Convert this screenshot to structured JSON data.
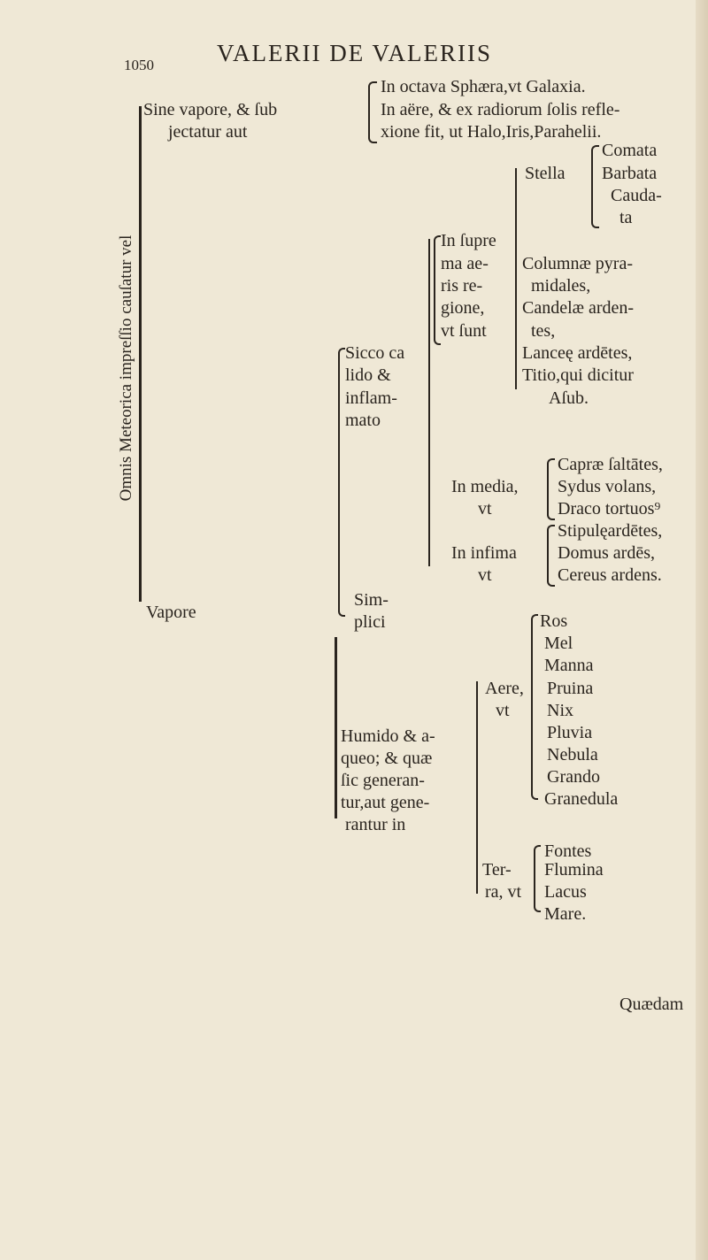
{
  "header": {
    "page_number": "1050",
    "running_title": "VALERII DE VALERIIS"
  },
  "side_title": "Omnis Meteorica impreſſio cauſatur vel",
  "sine_vapore": {
    "label": [
      "Sine vapore, & ſub",
      "jectatur aut"
    ],
    "items": [
      "In octava Sphæra,vt Galaxia.",
      "In aëre, & ex radiorum ſolis refle-",
      "xione fit, ut Halo,Iris,Parahelii."
    ]
  },
  "vapore": {
    "label": "Vapore",
    "simplici": [
      "Sim-",
      "plici"
    ],
    "sicco": {
      "label": [
        "Sicco ca",
        "lido &",
        "inflam-",
        "mato"
      ],
      "suprema": {
        "label": [
          "In ſupre",
          "ma ae-",
          "ris re-",
          "gione,",
          "vt ſunt"
        ],
        "stella": "Stella",
        "stella_items": [
          "Comata",
          "Barbata",
          "Cauda-",
          "ta"
        ],
        "items": [
          "Columnæ pyra-",
          "midales,",
          "Candelæ arden-",
          "tes,",
          "Lanceę ardētes,",
          "Titio,qui dicitur",
          "Aſub."
        ]
      },
      "media": {
        "label": [
          "In media,",
          "vt"
        ],
        "items": [
          "Capræ ſaltātes,",
          "Sydus volans,",
          "Draco tortuos⁹"
        ]
      },
      "infima": {
        "label": [
          "In infima",
          "vt"
        ],
        "items": [
          "Stipulęardētes,",
          "Domus ardēs,",
          "Cereus ardens."
        ]
      }
    },
    "humido": {
      "label": [
        "Humido & a-",
        "queo; & quæ",
        "ſic generan-",
        "tur,aut gene-",
        "rantur in"
      ],
      "aere": {
        "label": [
          "Aere,",
          "vt"
        ],
        "items": [
          "Ros",
          "Mel",
          "Manna",
          "Pruina",
          "Nix",
          "Pluvia",
          "Nebula",
          "Grando",
          "Granedula"
        ]
      },
      "terra": {
        "label": [
          "Ter-",
          "ra, vt"
        ],
        "items": [
          "Fontes",
          "Flumina",
          "Lacus",
          "Mare."
        ]
      }
    }
  },
  "catchword": "Quædam"
}
